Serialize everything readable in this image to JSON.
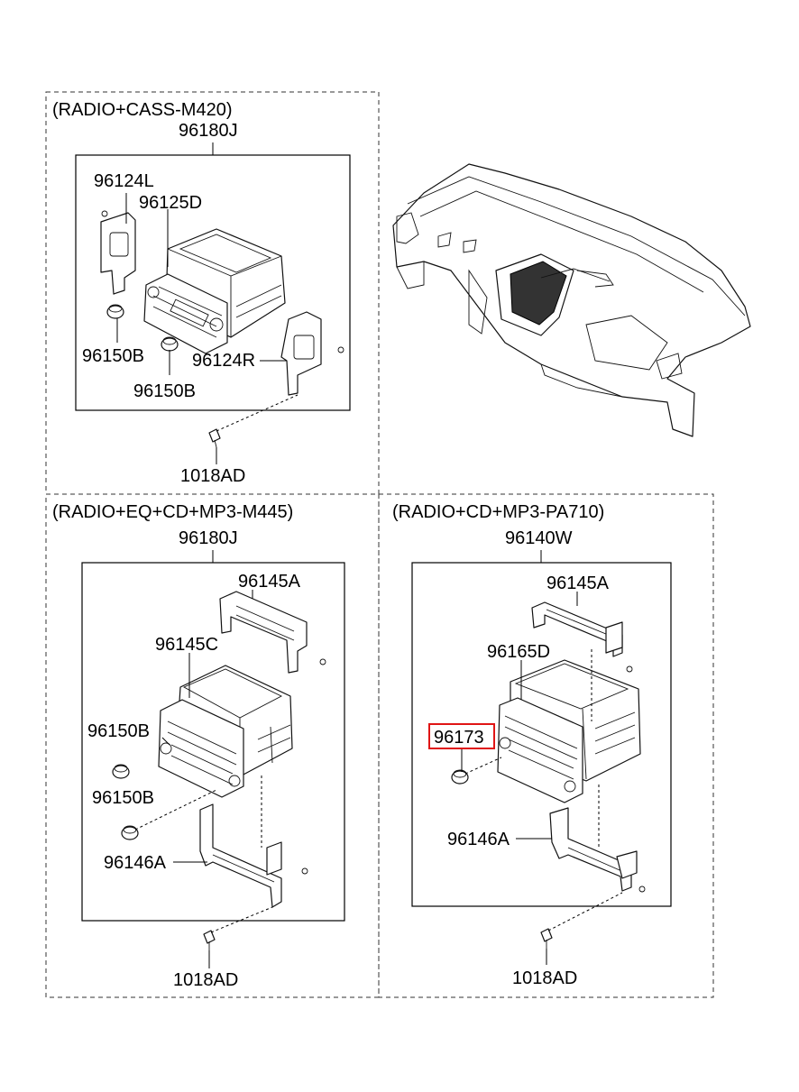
{
  "sections": {
    "top_left": {
      "title": "(RADIO+CASS-M420)",
      "assembly": "96180J"
    },
    "bottom_left": {
      "title": "(RADIO+EQ+CD+MP3-M445)",
      "assembly": "96180J"
    },
    "bottom_right": {
      "title": "(RADIO+CD+MP3-PA710)",
      "assembly": "96140W"
    }
  },
  "labels": {
    "tl_96124L": "96124L",
    "tl_96125D": "96125D",
    "tl_96150B_a": "96150B",
    "tl_96150B_b": "96150B",
    "tl_96124R": "96124R",
    "tl_1018AD": "1018AD",
    "bl_96145A": "96145A",
    "bl_96145C": "96145C",
    "bl_96150B_a": "96150B",
    "bl_96150B_b": "96150B",
    "bl_96146A": "96146A",
    "bl_1018AD": "1018AD",
    "br_96145A": "96145A",
    "br_96165D": "96165D",
    "br_96173": "96173",
    "br_96146A": "96146A",
    "br_1018AD": "1018AD"
  },
  "highlight": {
    "part": "96173",
    "color": "#e01515"
  }
}
